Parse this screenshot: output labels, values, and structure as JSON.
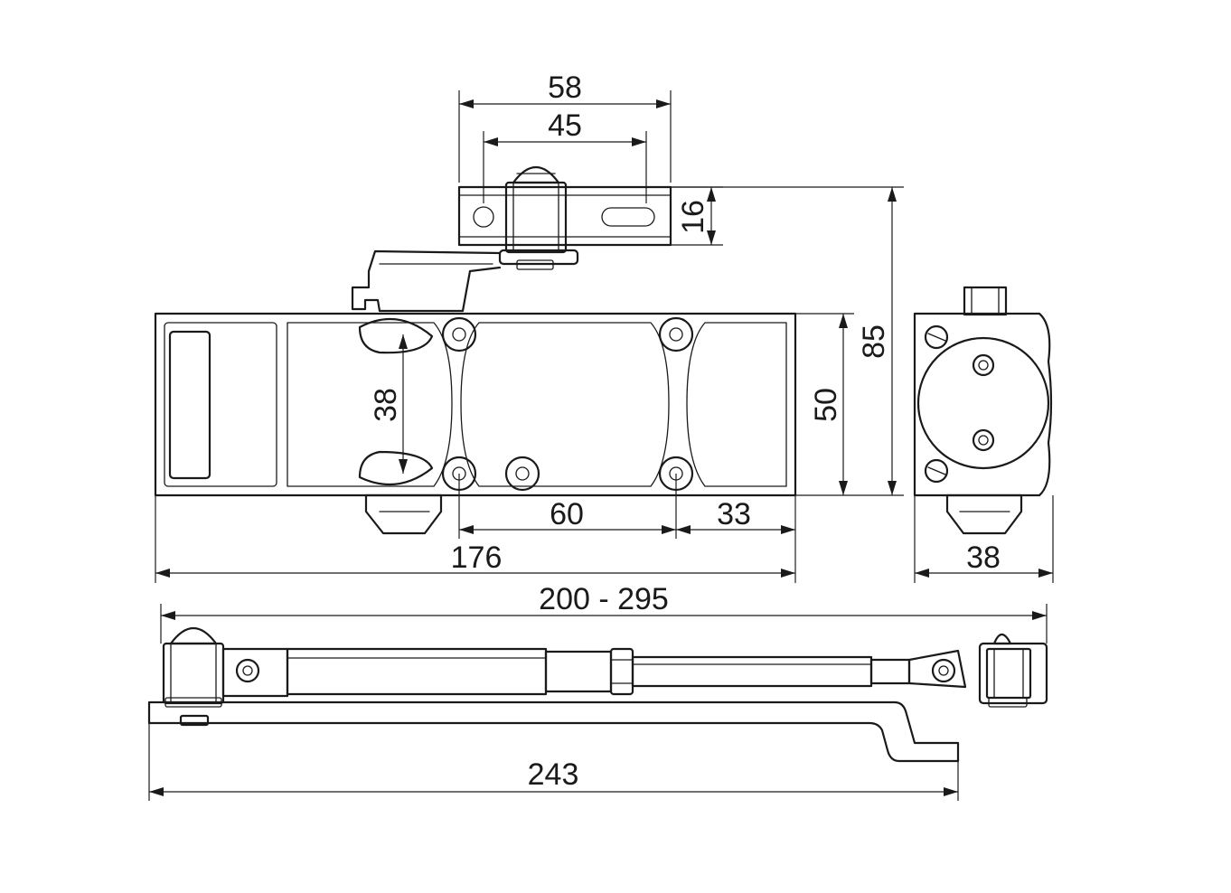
{
  "dimensions": {
    "bracket_width": "58",
    "bracket_hole_spacing": "45",
    "bracket_height": "16",
    "total_height": "85",
    "body_height": "50",
    "mount_hole_spacing": "38",
    "hole_spacing": "60",
    "hole_end_offset": "33",
    "body_length": "176",
    "side_width": "38",
    "arm_reach": "200 - 295",
    "arm_length": "243"
  }
}
